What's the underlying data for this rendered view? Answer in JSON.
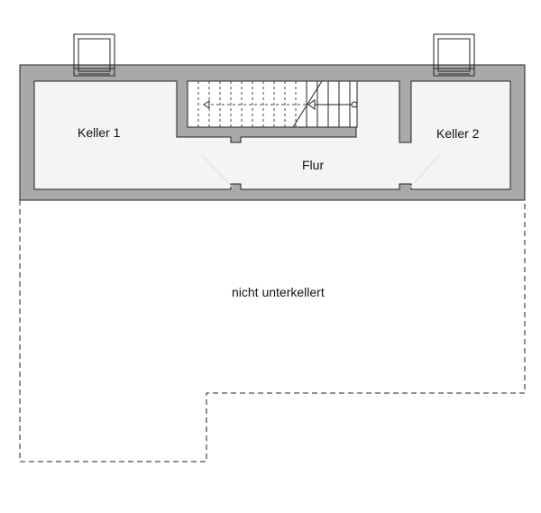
{
  "floor_plan": {
    "rooms": {
      "keller_1": "Keller 1",
      "keller_2": "Keller 2",
      "flur": "Flur"
    },
    "note": "nicht unterkellert"
  }
}
